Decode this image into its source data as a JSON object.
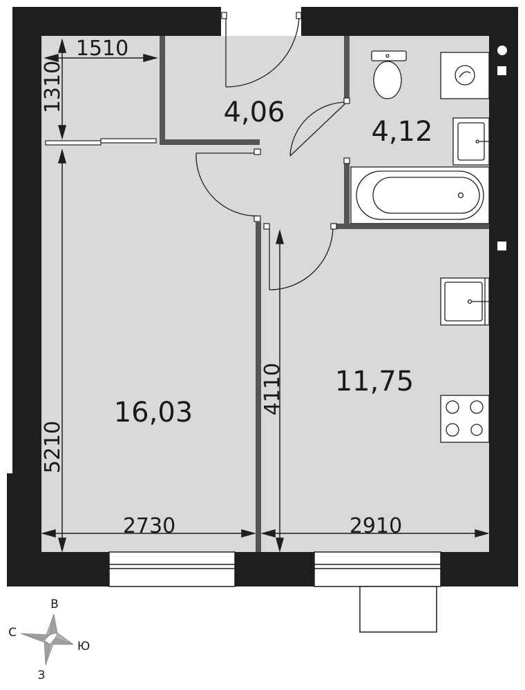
{
  "rooms": {
    "hall": "4,06",
    "bathroom": "4,12",
    "room": "16,03",
    "kitchen": "11,75"
  },
  "dimensions": {
    "closet_width": "1510",
    "closet_depth": "1310",
    "room_length": "5210",
    "room_width": "2730",
    "kitchen_length": "4110",
    "kitchen_width": "2910"
  },
  "compass": {
    "north": "В",
    "east": "Ю",
    "south": "З",
    "west": "С"
  },
  "colors": {
    "wall": "#1e1e1e",
    "floor": "#d9d9d9",
    "partition": "#555555"
  }
}
